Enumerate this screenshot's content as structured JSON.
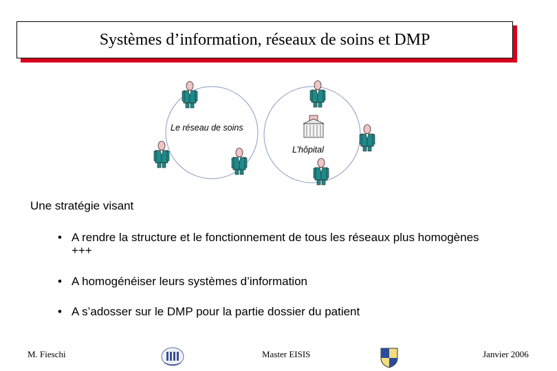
{
  "title": "Systèmes d’information, réseaux de soins et DMP",
  "diagram": {
    "network_label": "Le réseau de soins",
    "hospital_label": "L’hôpital"
  },
  "intro": "Une stratégie visant",
  "bullets": [
    "A rendre la structure et le fonctionnement de tous les réseaux plus homogènes +++",
    "A homogénéiser leurs systèmes d’information",
    "A s’adosser sur le DMP pour la partie dossier du patient"
  ],
  "bullet_symbol": "•",
  "footer": {
    "author": "M. Fieschi",
    "course": "Master EISIS",
    "date": "Janvier 2006"
  },
  "colors": {
    "shadow": "#d6001c",
    "person_body": "#1f8a8a",
    "person_head": "#f2c4c4",
    "circle": "#8a9bbf"
  }
}
